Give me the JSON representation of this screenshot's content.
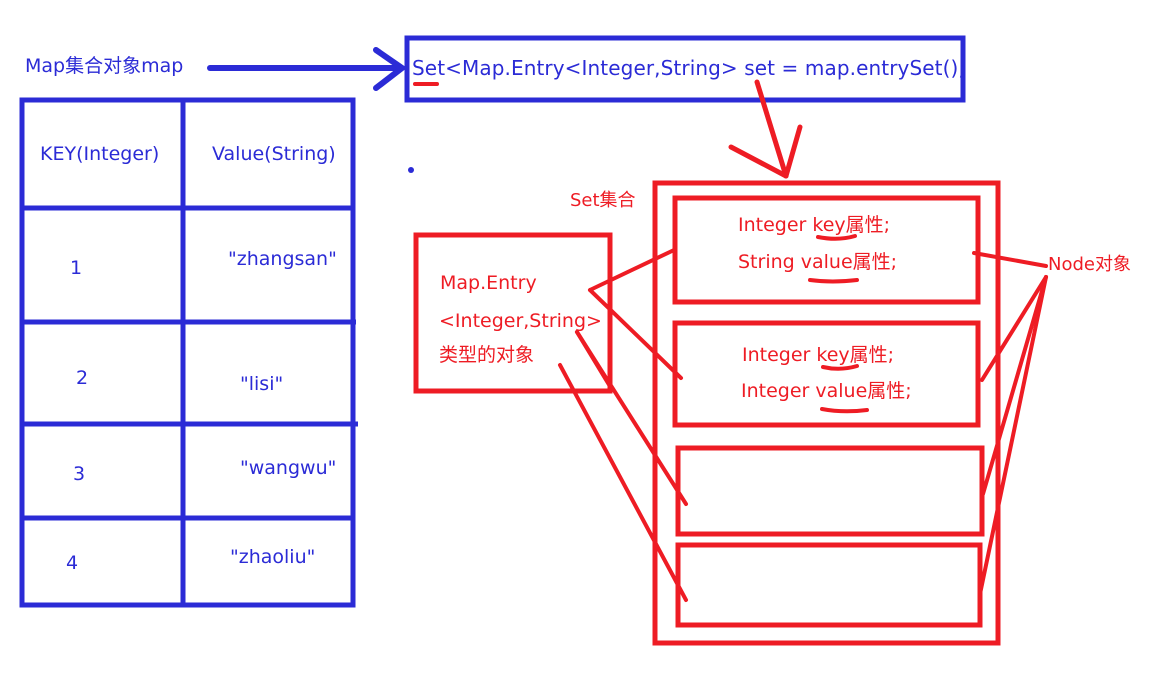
{
  "colors": {
    "blue": "#2b2bd6",
    "red": "#ee1c24"
  },
  "map_label": "Map集合对象map",
  "code_line": "Set<Map.Entry<Integer,String> set = map.entrySet();",
  "table": {
    "headers": [
      "KEY(Integer)",
      "Value(String)"
    ],
    "rows": [
      {
        "key": "1",
        "value": "\"zhangsan\""
      },
      {
        "key": "2",
        "value": "\"lisi\""
      },
      {
        "key": "3",
        "value": "\"wangwu\""
      },
      {
        "key": "4",
        "value": "\"zhaoliu\""
      }
    ]
  },
  "set_label": "Set集合",
  "entry_box": {
    "line1": "Map.Entry",
    "line2": "<Integer,String>",
    "line3": "类型的对象"
  },
  "nodes": [
    {
      "line1": "Integer key属性;",
      "line2": "String value属性;"
    },
    {
      "line1": "Integer key属性;",
      "line2": "Integer value属性;"
    },
    {
      "line1": "",
      "line2": ""
    },
    {
      "line1": "",
      "line2": ""
    }
  ],
  "node_label": "Node对象"
}
